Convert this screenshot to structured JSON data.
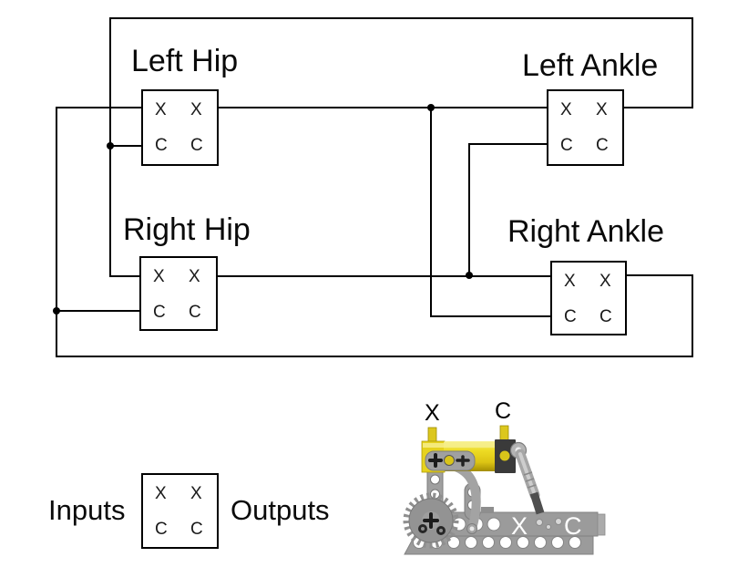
{
  "diagram": {
    "title_implied": "",
    "modules": [
      {
        "id": "left-hip",
        "label": "Left Hip",
        "ports": [
          "X",
          "X",
          "C",
          "C"
        ]
      },
      {
        "id": "left-ankle",
        "label": "Left Ankle",
        "ports": [
          "X",
          "X",
          "C",
          "C"
        ]
      },
      {
        "id": "right-hip",
        "label": "Right Hip",
        "ports": [
          "X",
          "X",
          "C",
          "C"
        ]
      },
      {
        "id": "right-ankle",
        "label": "Right Ankle",
        "ports": [
          "X",
          "X",
          "C",
          "C"
        ]
      }
    ],
    "legend": {
      "inputs_label": "Inputs",
      "outputs_label": "Outputs",
      "ports": [
        "X",
        "X",
        "C",
        "C"
      ]
    },
    "photo": {
      "port_x_label": "X",
      "port_c_label": "C",
      "base_x_label": "X",
      "base_c_label": "C"
    }
  },
  "colors": {
    "line": "#000000",
    "lego_yellow": "#e8d41f",
    "lego_gray": "#9b9b9b",
    "lego_dark": "#3a3a3a"
  }
}
